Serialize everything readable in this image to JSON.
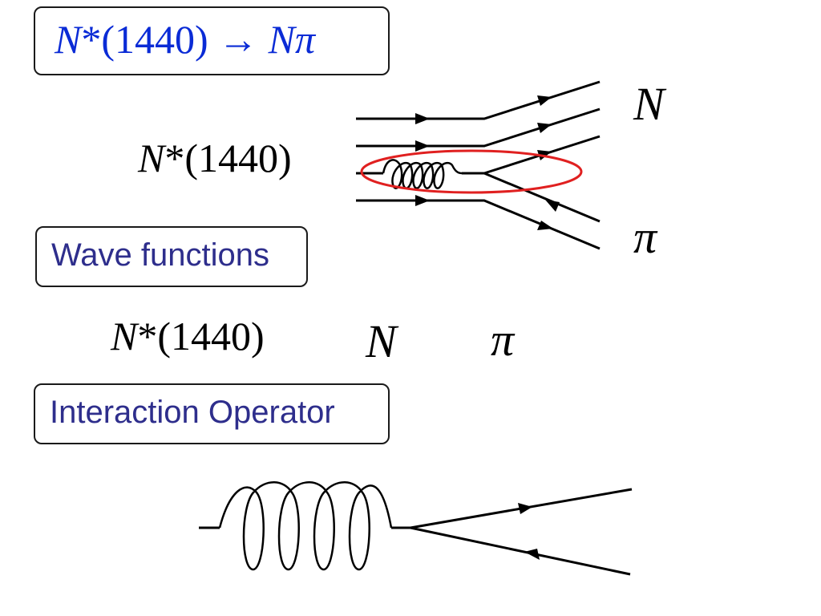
{
  "title": {
    "n": "N",
    "star_mass": "*(1440)",
    "arrow": "→",
    "n2": "N",
    "pi": "π"
  },
  "quark_diagram": {
    "initial_label_n": "N",
    "initial_label_rest": "*(1440)",
    "final_nucleon": "N",
    "final_pion": "π"
  },
  "wave_functions": {
    "heading": "Wave functions",
    "resonance_n": "N",
    "resonance_rest": "*(1440)",
    "nucleon": "N",
    "pion": "π"
  },
  "interaction_operator": {
    "heading": "Interaction Operator"
  },
  "colors": {
    "title_text": "#0a2bd6",
    "heading_text": "#2e2e8c",
    "highlight_ellipse": "#e02020",
    "lines": "#000000"
  }
}
